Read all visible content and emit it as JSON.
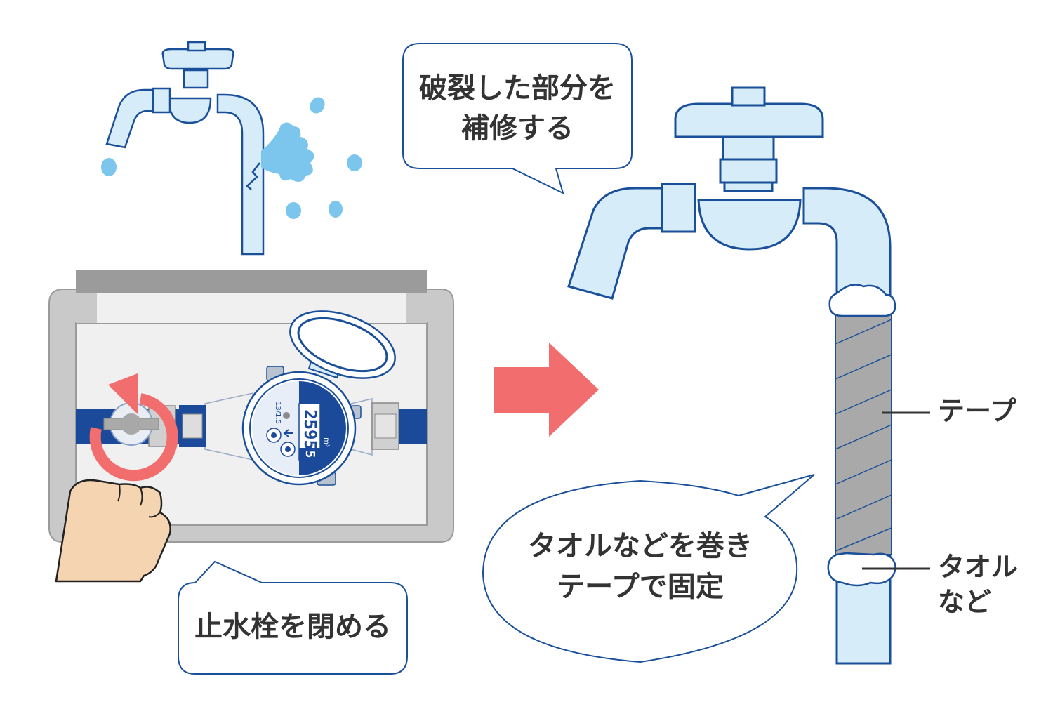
{
  "colors": {
    "outline": "#1a4f99",
    "pipe_fill": "#d6ecf8",
    "water": "#7cc6ee",
    "box_outer": "#c9c9c9",
    "box_lid": "#9b9b9b",
    "box_inner": "#f0f0f0",
    "meter_blue": "#1b4a9a",
    "arrow_red": "#f26d6d",
    "tape": "#a9a9a9",
    "hand": "#f5d4b1",
    "text": "#333333"
  },
  "labels": {
    "repair_line1": "破裂した部分を",
    "repair_line2": "補修する",
    "close_valve": "止水栓を閉める",
    "wrap_line1": "タオルなどを巻き",
    "wrap_line2": "テープで固定",
    "tape": "テープ",
    "towel_line1": "タオル",
    "towel_line2": "など"
  },
  "meter": {
    "reading": "2595",
    "reading_last": "5",
    "unit": "m³",
    "model": "13/1.5"
  },
  "icons": {
    "faucet_broken": "broken-faucet-icon",
    "faucet_repaired": "repaired-faucet-icon",
    "water_meter": "water-meter-icon",
    "stop_valve": "stop-valve-icon",
    "rotate_arrow": "counterclockwise-arrow-icon",
    "hand": "hand-icon",
    "next_arrow": "right-arrow-icon"
  }
}
